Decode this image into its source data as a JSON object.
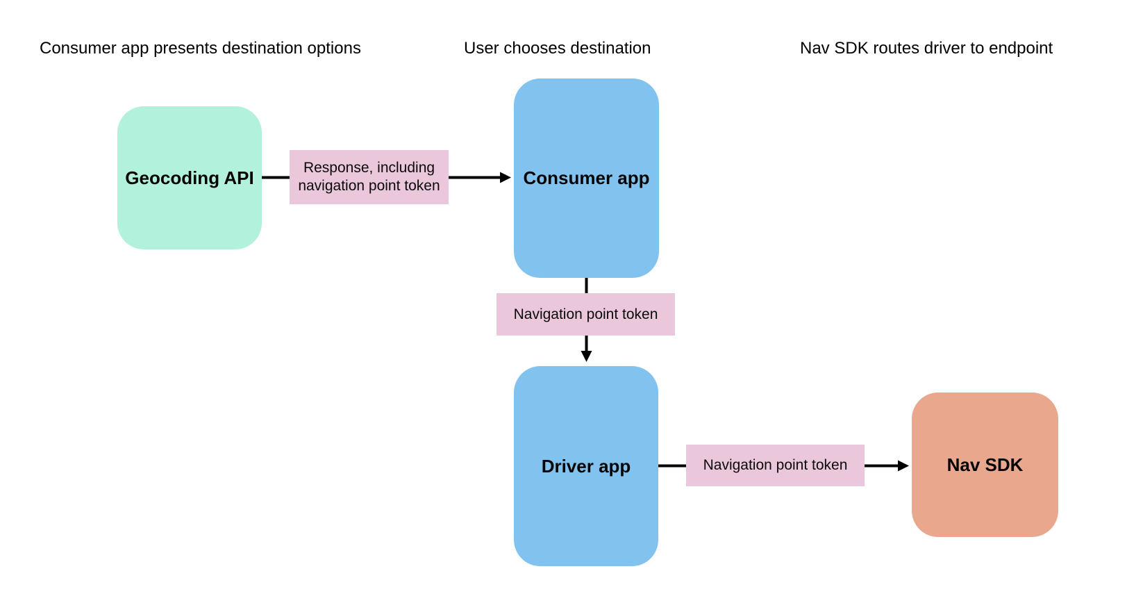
{
  "diagram": {
    "type": "flowchart",
    "background_color": "#ffffff",
    "line_color": "#000000",
    "text_color": "#000000",
    "edge_label_fill": "#ebc7dc",
    "column_headers": [
      {
        "label": "Consumer app presents destination options"
      },
      {
        "label": "User chooses destination"
      },
      {
        "label": "Nav SDK routes driver to endpoint"
      }
    ],
    "nodes": [
      {
        "id": "geocoding-api",
        "label": "Geocoding API",
        "fill": "#b2f1db"
      },
      {
        "id": "consumer-app",
        "label": "Consumer app",
        "fill": "#81c3ee"
      },
      {
        "id": "driver-app",
        "label": "Driver app",
        "fill": "#81c3ee"
      },
      {
        "id": "nav-sdk",
        "label": "Nav SDK",
        "fill": "#e9a78e"
      }
    ],
    "edges": [
      {
        "from": "geocoding-api",
        "to": "consumer-app",
        "label": "Response, including navigation point token",
        "label_fill": "#ebc7dc"
      },
      {
        "from": "consumer-app",
        "to": "driver-app",
        "label": "Navigation point token",
        "label_fill": "#ebc7dc"
      },
      {
        "from": "driver-app",
        "to": "nav-sdk",
        "label": "Navigation point token",
        "label_fill": "#ebc7dc"
      }
    ]
  }
}
